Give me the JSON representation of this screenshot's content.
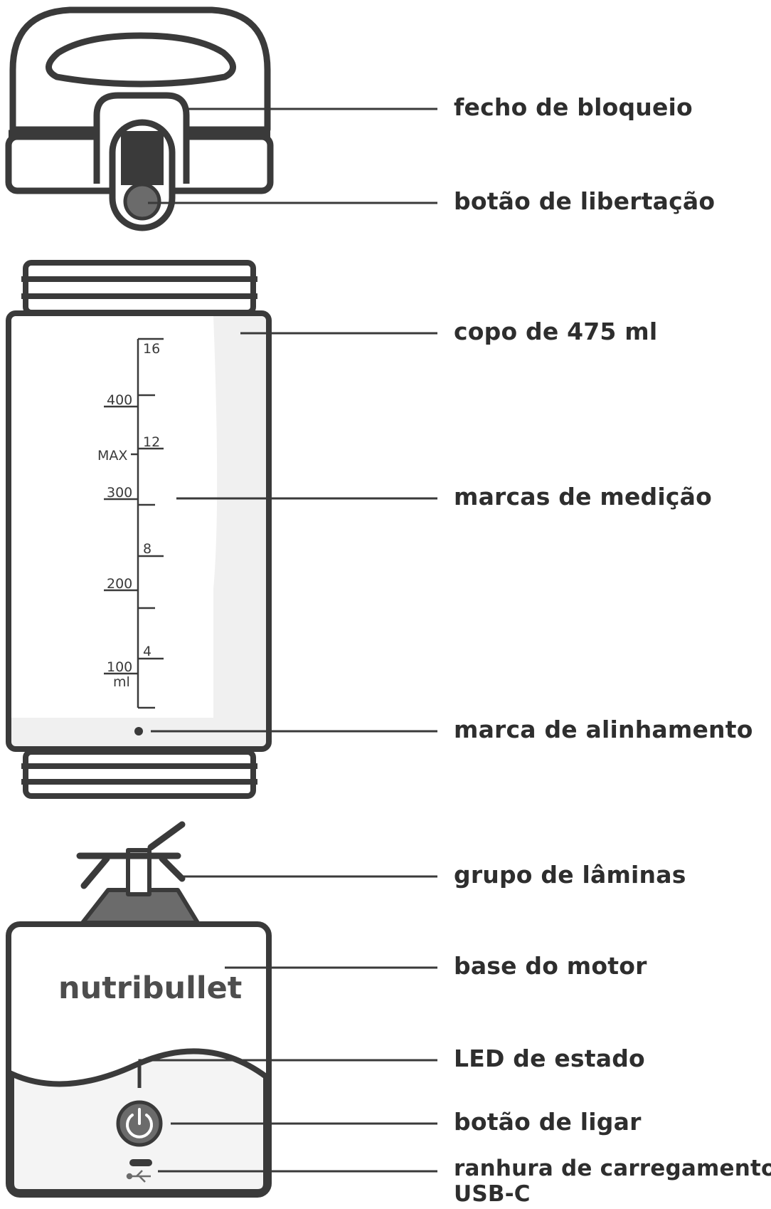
{
  "callouts": {
    "lock_latch": "fecho de bloqueio",
    "release_button": "botão de libertação",
    "cup": "copo de 475 ml",
    "measurement_marks": "marcas de medição",
    "alignment_mark": "marca de alinhamento",
    "blade_assembly": "grupo de lâminas",
    "motor_base": "base do motor",
    "status_led": "LED de estado",
    "power_button": "botão de ligar",
    "charging_port_line1": "ranhura de carregamento",
    "charging_port_line2": "USB-C"
  },
  "scale": {
    "oz_marks": [
      "16",
      "12",
      "8",
      "4"
    ],
    "ml_marks": [
      "400",
      "300",
      "200",
      "100"
    ],
    "ml_unit": "ml",
    "max_label": "MAX"
  },
  "brand": "nutribullet",
  "colors": {
    "outline": "#3a3a3a",
    "text": "#2e2e2e",
    "shade": "#f0f0f0",
    "dark_fill": "#6b6b6b"
  }
}
